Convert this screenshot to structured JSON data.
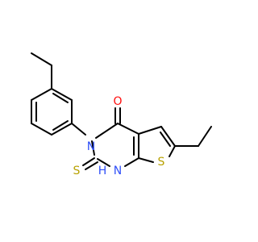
{
  "molecule": {
    "atoms": {
      "oxygen": "O",
      "nitrogen_3": "N",
      "nitrogen_1": "N",
      "hydrogen_1": "H",
      "sulfur_thione": "S",
      "sulfur_thiophene": "S"
    },
    "colors": {
      "bond": "#000000",
      "oxygen": "#ff0d0d",
      "nitrogen": "#3050f8",
      "sulfur": "#b8a100"
    }
  }
}
